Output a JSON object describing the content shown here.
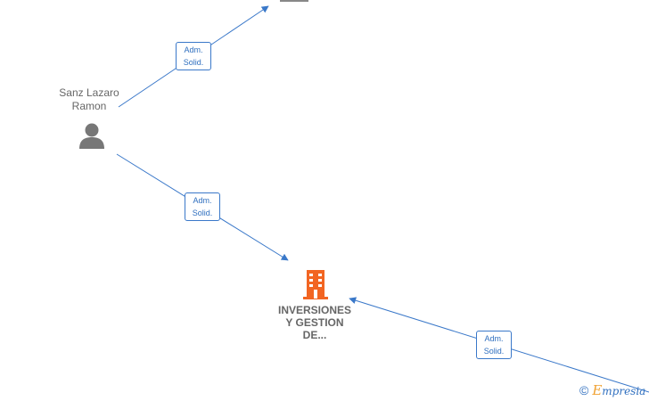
{
  "person": {
    "name_line1": "Sanz Lazaro",
    "name_line2": "Ramon",
    "icon": "person-icon"
  },
  "company": {
    "name_line1": "INVERSIONES",
    "name_line2": "Y GESTION",
    "name_line3": "DE...",
    "icon": "building-icon",
    "color": "#f26522"
  },
  "edges": [
    {
      "line1": "Adm.",
      "line2": "Solid."
    },
    {
      "line1": "Adm.",
      "line2": "Solid."
    },
    {
      "line1": "Adm.",
      "line2": "Solid."
    }
  ],
  "colors": {
    "edge": "#3a78c9",
    "label_text": "#666666",
    "person_icon": "#777777"
  },
  "watermark": {
    "copyright": "©",
    "brand_initial": "E",
    "brand_rest": "mpresia"
  }
}
